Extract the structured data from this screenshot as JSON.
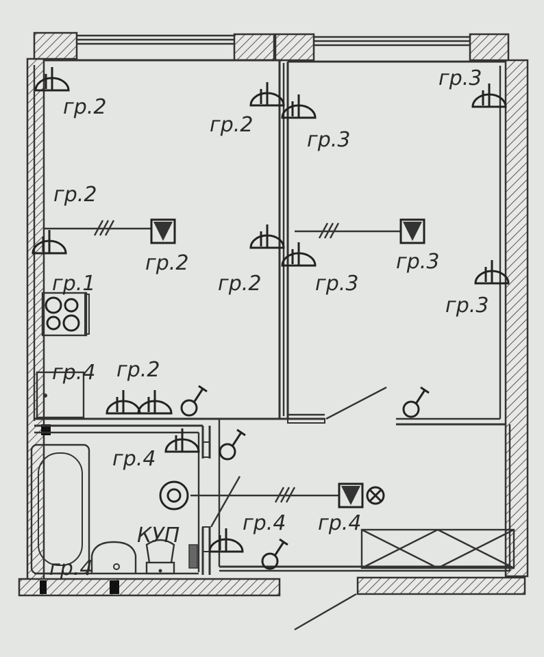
{
  "colors": {
    "paper": "#e4e6e3",
    "ink": "#2a2a2a",
    "hatch": "#555555"
  },
  "labels": {
    "gr1": "гр.1",
    "gr2": "гр.2",
    "gr3": "гр.3",
    "gr4": "гр.4",
    "gr4_spaced": "гр.4",
    "gr4_bath": "гр.4",
    "kup": "КУП"
  }
}
